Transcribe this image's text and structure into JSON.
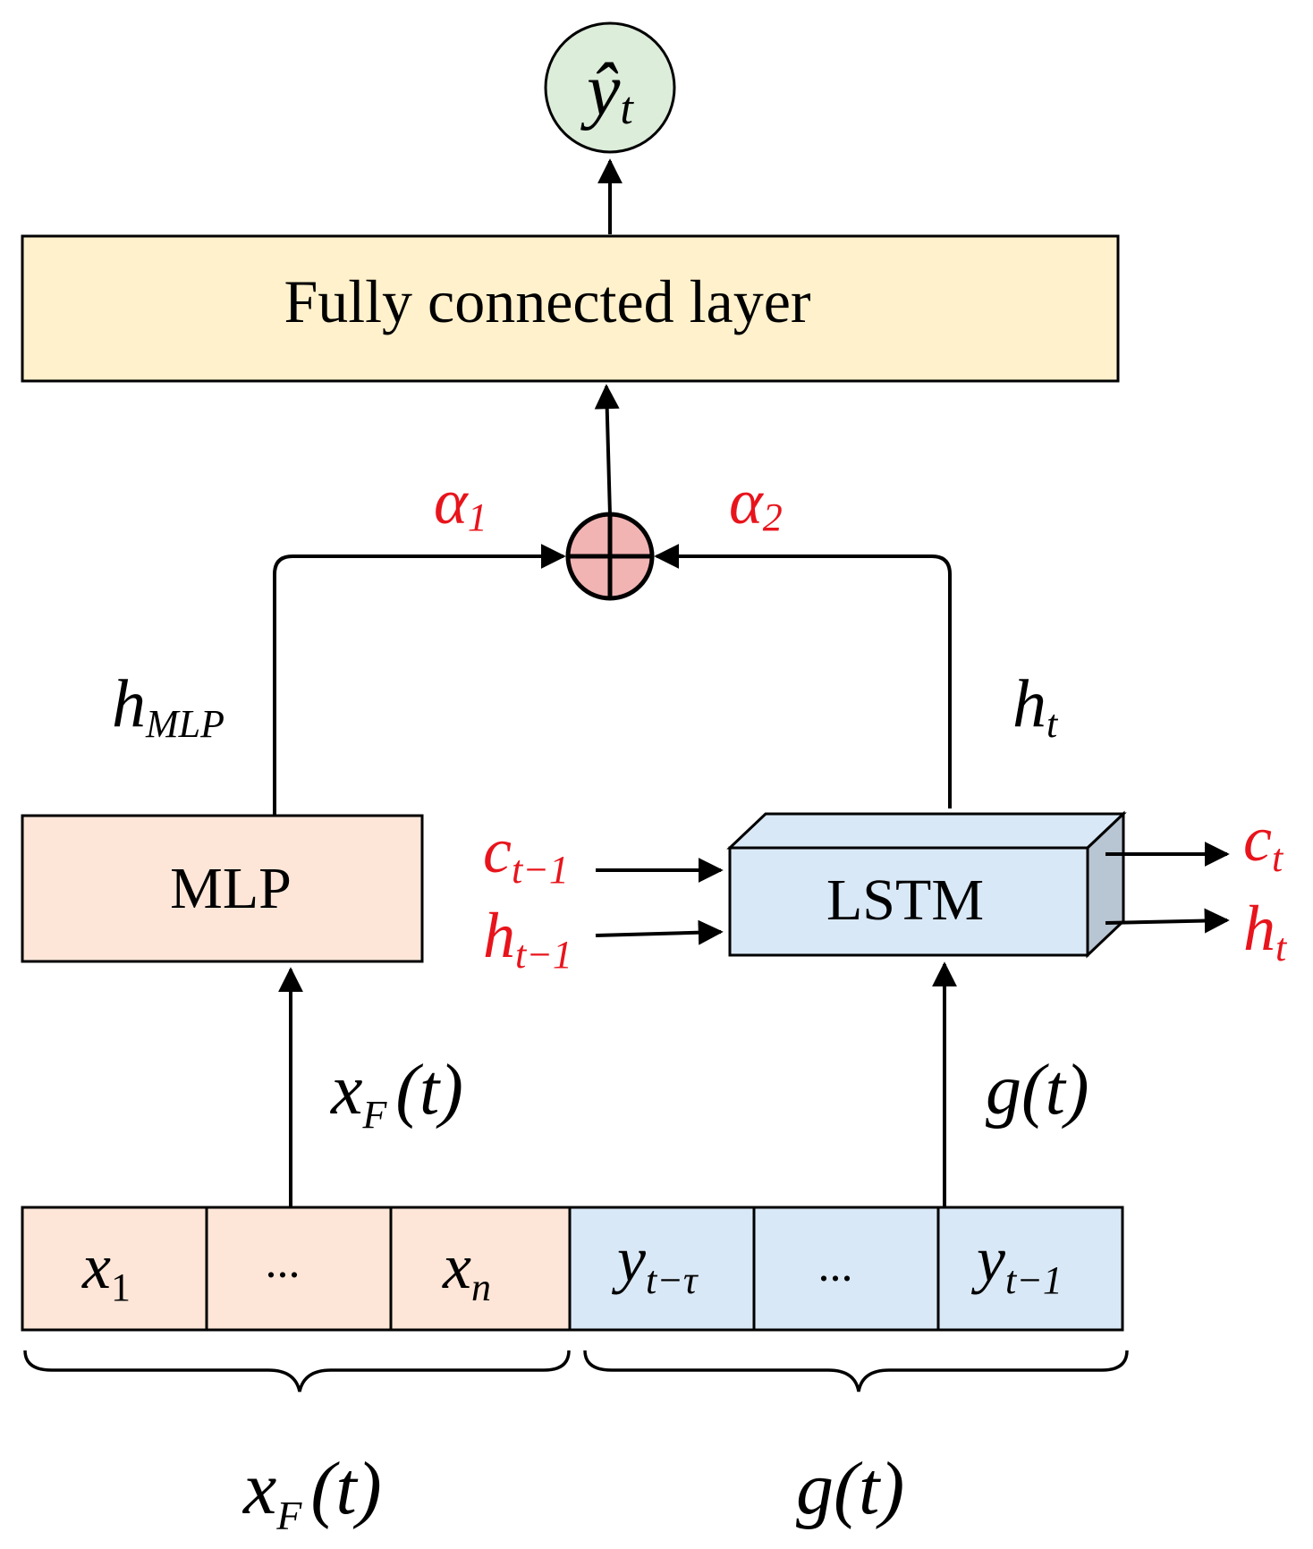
{
  "output": {
    "symbol": "ŷ",
    "sub": "t",
    "fill": "#dcedda"
  },
  "fc_layer": {
    "label": "Fully connected layer",
    "fill": "#fff1cc"
  },
  "sum_node": {
    "fill": "#f2b3b3"
  },
  "weights": {
    "alpha1": {
      "sym": "α",
      "sub": "1"
    },
    "alpha2": {
      "sym": "α",
      "sub": "2"
    }
  },
  "mlp": {
    "label": "MLP",
    "fill": "#fde6d8",
    "output_label": {
      "sym": "h",
      "sub": "MLP"
    },
    "input_label": {
      "sym": "x",
      "sub": "F",
      "arg": "(t)"
    }
  },
  "lstm": {
    "label": "LSTM",
    "fill": "#d9e8f6",
    "side_fill": "#b8c5d2",
    "output_label": {
      "sym": "h",
      "sub": "t"
    },
    "input_label": {
      "sym": "g",
      "arg": "(t)"
    },
    "state_in": [
      {
        "sym": "c",
        "sub": "t−1"
      },
      {
        "sym": "h",
        "sub": "t−1"
      }
    ],
    "state_out": [
      {
        "sym": "c",
        "sub": "t"
      },
      {
        "sym": "h",
        "sub": "t"
      }
    ]
  },
  "input_cells": [
    {
      "sym": "x",
      "sub": "1",
      "group": "feature"
    },
    {
      "sym": "...",
      "sub": "",
      "group": "feature"
    },
    {
      "sym": "x",
      "sub": "n",
      "group": "feature"
    },
    {
      "sym": "y",
      "sub": "t−τ",
      "group": "lag"
    },
    {
      "sym": "...",
      "sub": "",
      "group": "lag"
    },
    {
      "sym": "y",
      "sub": "t−1",
      "group": "lag"
    }
  ],
  "braces": {
    "left": {
      "sym": "x",
      "sub": "F",
      "arg": "(t)"
    },
    "right": {
      "sym": "g",
      "arg": "(t)"
    }
  },
  "colors": {
    "red_text": "#e8141c",
    "stroke": "#000000"
  }
}
